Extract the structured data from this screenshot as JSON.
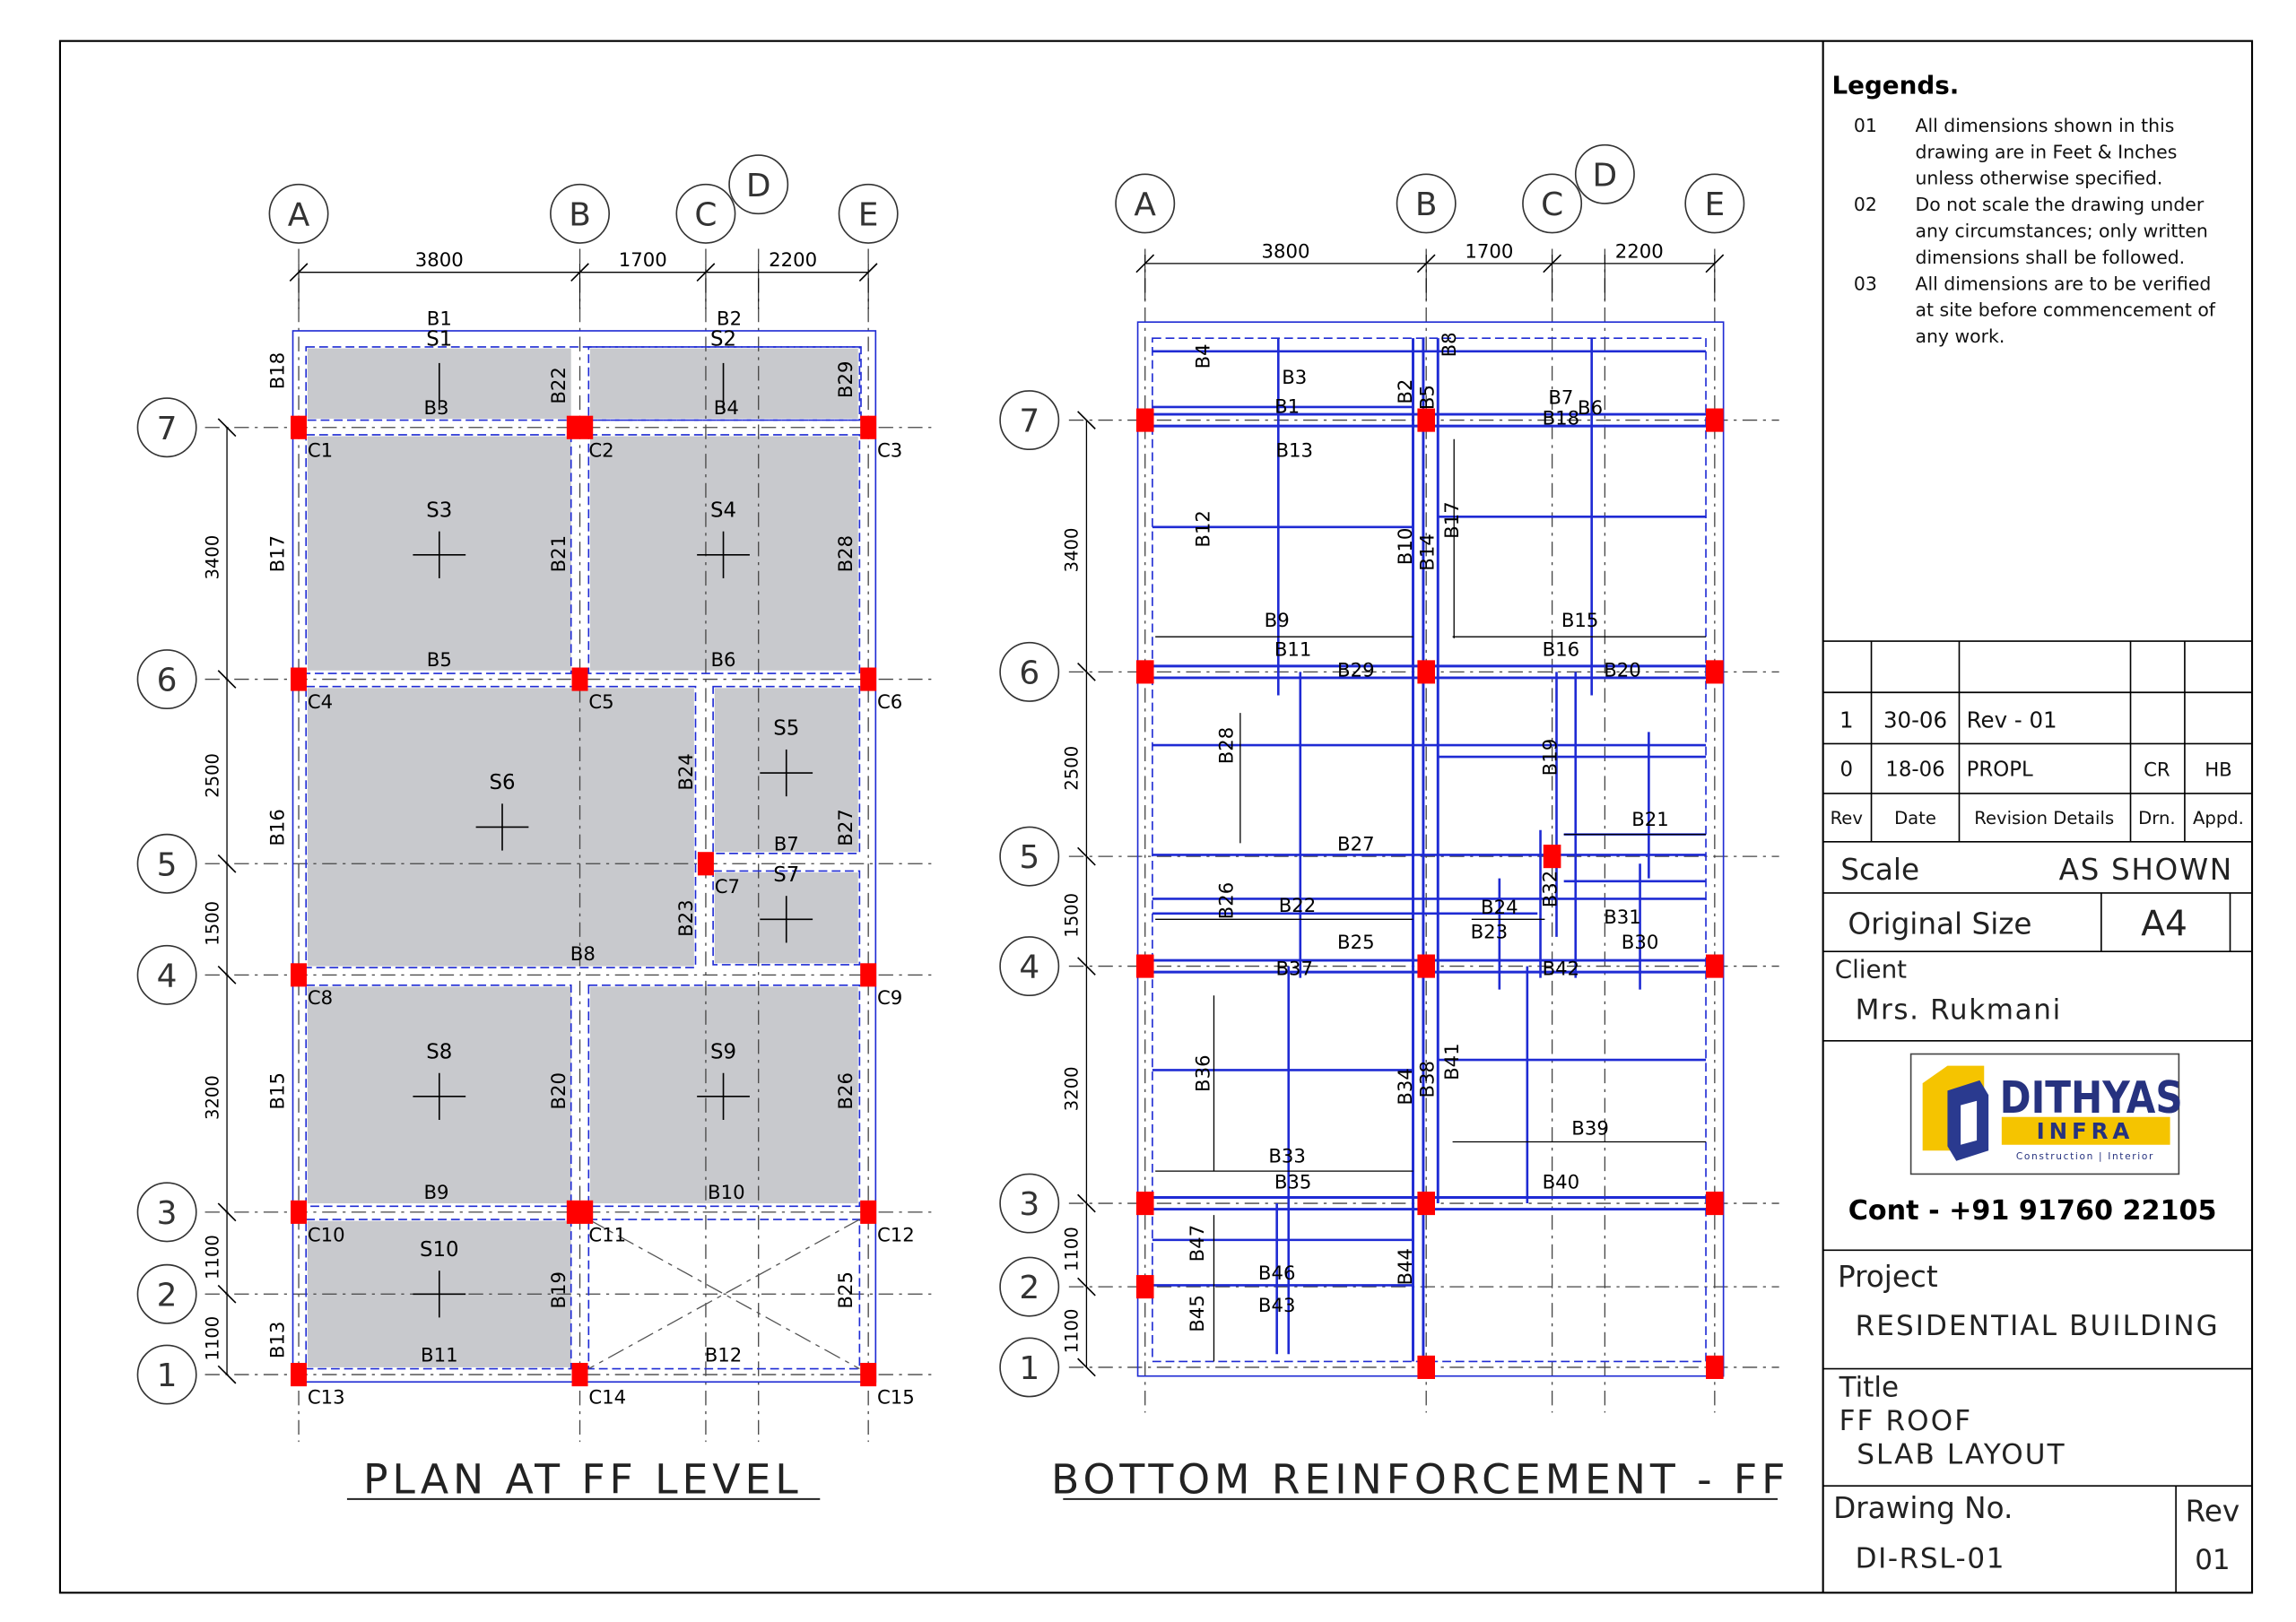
{
  "colors": {
    "beam": "#1f2bd4",
    "column": "#ff0000",
    "slab": "#c8c9cd",
    "line": "#000000",
    "frame": "#000000"
  },
  "plan": {
    "title": "PLAN AT FF LEVEL",
    "grid_letters": [
      "A",
      "B",
      "C",
      "D",
      "E"
    ],
    "grid_numbers": [
      "7",
      "6",
      "5",
      "4",
      "3",
      "2",
      "1"
    ],
    "h_dims": [
      "3800",
      "1700",
      "2200"
    ],
    "v_dims": [
      "3400",
      "2500",
      "1500",
      "3200",
      "1100",
      "1100"
    ],
    "beams": [
      "B1",
      "B2",
      "B3",
      "B4",
      "B5",
      "B6",
      "B7",
      "B8",
      "B9",
      "B10",
      "B11",
      "B12",
      "B13",
      "B15",
      "B16",
      "B17",
      "B18",
      "B19",
      "B20",
      "B21",
      "B22",
      "B23",
      "B24",
      "B25",
      "B26",
      "B27",
      "B28",
      "B29"
    ],
    "columns": [
      "C1",
      "C2",
      "C3",
      "C4",
      "C5",
      "C6",
      "C7",
      "C8",
      "C9",
      "C10",
      "C11",
      "C12",
      "C13",
      "C14",
      "C15"
    ],
    "slabs": [
      "S1",
      "S2",
      "S3",
      "S4",
      "S5",
      "S6",
      "S7",
      "S8",
      "S9",
      "S10"
    ]
  },
  "reinforcement": {
    "title": "BOTTOM REINFORCEMENT - FF",
    "grid_letters": [
      "A",
      "B",
      "C",
      "D",
      "E"
    ],
    "grid_numbers": [
      "7",
      "6",
      "5",
      "4",
      "3",
      "2",
      "1"
    ],
    "h_dims": [
      "3800",
      "1700",
      "2200"
    ],
    "v_dims": [
      "3400",
      "2500",
      "1500",
      "3200",
      "1100",
      "1100"
    ],
    "bars": [
      "B1",
      "B2",
      "B3",
      "B4",
      "B5",
      "B6",
      "B7",
      "B8",
      "B9",
      "B10",
      "B11",
      "B12",
      "B13",
      "B14",
      "B15",
      "B16",
      "B17",
      "B18",
      "B19",
      "B20",
      "B21",
      "B22",
      "B23",
      "B24",
      "B25",
      "B26",
      "B27",
      "B28",
      "B29",
      "B30",
      "B31",
      "B32",
      "B33",
      "B34",
      "B35",
      "B36",
      "B37",
      "B38",
      "B39",
      "B40",
      "B41",
      "B42",
      "B43",
      "B44",
      "B45",
      "B46",
      "B47"
    ]
  },
  "legends": {
    "heading": "Legends.",
    "items": [
      {
        "no": "01",
        "text": "All dimensions shown in this drawing are in Feet & Inches unless otherwise specified."
      },
      {
        "no": "02",
        "text": "Do not scale the drawing  under any circumstances; only written dimensions shall be followed."
      },
      {
        "no": "03",
        "text": "All dimensions are to be verified at site before commencement of any work."
      }
    ]
  },
  "revisions": {
    "rows": [
      {
        "rev": "1",
        "date": "30-06",
        "details": "Rev - 01",
        "drn": "",
        "appd": ""
      },
      {
        "rev": "0",
        "date": "18-06",
        "details": "PROPL",
        "drn": "CR",
        "appd": "HB"
      }
    ],
    "headers": {
      "rev": "Rev",
      "date": "Date",
      "details": "Revision Details",
      "drn": "Drn.",
      "appd": "Appd."
    }
  },
  "title_block": {
    "scale_label": "Scale",
    "scale_value": "AS SHOWN",
    "size_label": "Original Size",
    "size_value": "A4",
    "client_label": "Client",
    "client_value": "Mrs.  Rukmani",
    "logo_main": "DITHYAS",
    "logo_sub": "INFRA",
    "logo_tag": "Construction | Interior",
    "contact": "Cont - +91 91760 22105",
    "project_label": "Project",
    "project_value": "RESIDENTIAL BUILDING",
    "title_label": "Title",
    "title_line1": "FF ROOF",
    "title_line2": "SLAB LAYOUT",
    "drawing_no_label": "Drawing No.",
    "drawing_no_value": "DI-RSL-01",
    "rev_label": "Rev",
    "rev_value": "01"
  }
}
